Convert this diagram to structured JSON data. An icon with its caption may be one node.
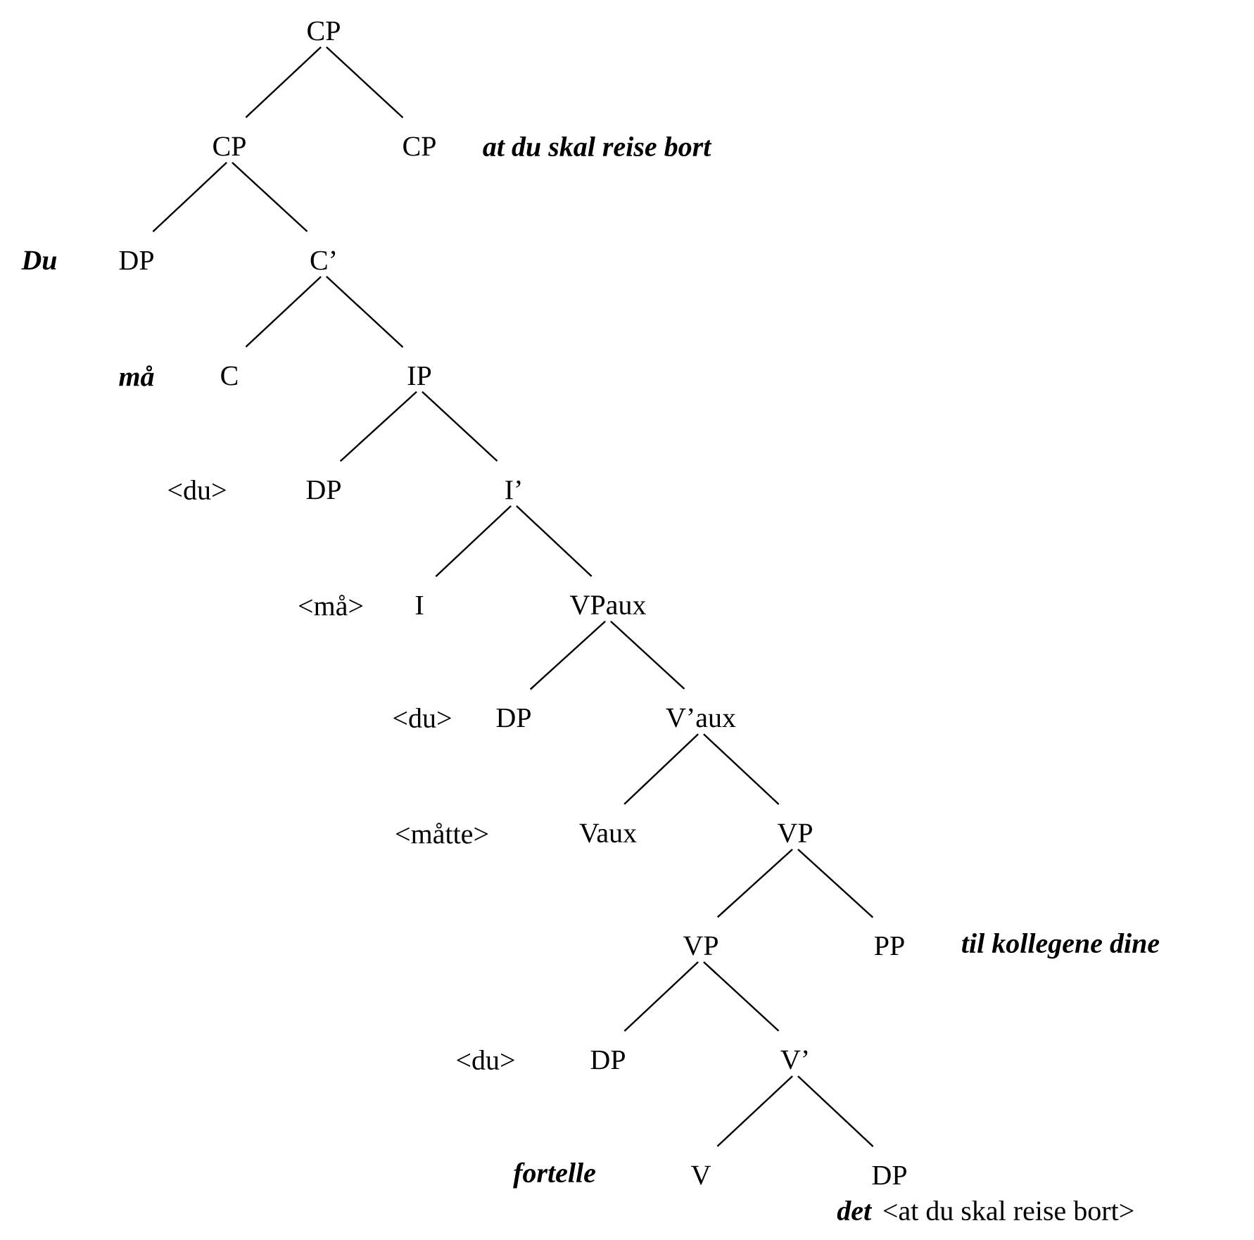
{
  "diagram": {
    "nodes": [
      {
        "text": [
          "CP"
        ]
      },
      {
        "text": [
          "CP"
        ]
      },
      {
        "text": [
          "CP"
        ],
        "beside": [
          "at du skal reise bort"
        ]
      },
      {
        "text": [
          "DP"
        ],
        "beside": [
          "Du"
        ]
      },
      {
        "text": [
          "C’"
        ]
      },
      {
        "text": [
          "C"
        ],
        "beside": [
          "må"
        ]
      },
      {
        "text": [
          "IP"
        ]
      },
      {
        "text": [
          "DP"
        ],
        "beside": [
          "<du>"
        ]
      },
      {
        "text": [
          "I’"
        ]
      },
      {
        "text": [
          "I"
        ],
        "beside": [
          "<må>"
        ]
      },
      {
        "text": [
          "VPaux"
        ]
      },
      {
        "text": [
          "DP"
        ],
        "beside": [
          "<du>"
        ]
      },
      {
        "text": [
          "V’aux"
        ]
      },
      {
        "text": [
          "Vaux"
        ],
        "beside": [
          "<måtte>"
        ]
      },
      {
        "text": [
          "VP"
        ]
      },
      {
        "text": [
          "VP"
        ]
      },
      {
        "text": [
          "PP"
        ],
        "beside": [
          "til kollegene dine"
        ]
      },
      {
        "text": [
          "DP"
        ],
        "beside": [
          "<du>"
        ]
      },
      {
        "text": [
          "V’"
        ]
      },
      {
        "text": [
          "V"
        ],
        "beside": [
          "fortelle"
        ]
      },
      {
        "text": [
          "DP"
        ],
        "beside": [
          "det",
          "<at du skal reise bort>"
        ]
      }
    ],
    "edges": [
      {
        "from": 0,
        "to": 1,
        "arrow": "none"
      },
      {
        "from": 0,
        "to": 2,
        "arrow": "none"
      },
      {
        "from": 1,
        "to": 3,
        "arrow": "none"
      },
      {
        "from": 1,
        "to": 4,
        "arrow": "none"
      },
      {
        "from": 4,
        "to": 5,
        "arrow": "none"
      },
      {
        "from": 4,
        "to": 6,
        "arrow": "none"
      },
      {
        "from": 6,
        "to": 7,
        "arrow": "none"
      },
      {
        "from": 6,
        "to": 8,
        "arrow": "none"
      },
      {
        "from": 8,
        "to": 9,
        "arrow": "none"
      },
      {
        "from": 8,
        "to": 10,
        "arrow": "none"
      },
      {
        "from": 10,
        "to": 11,
        "arrow": "none"
      },
      {
        "from": 10,
        "to": 12,
        "arrow": "none"
      },
      {
        "from": 12,
        "to": 13,
        "arrow": "none"
      },
      {
        "from": 12,
        "to": 14,
        "arrow": "none"
      },
      {
        "from": 14,
        "to": 15,
        "arrow": "none"
      },
      {
        "from": 14,
        "to": 16,
        "arrow": "none"
      },
      {
        "from": 15,
        "to": 17,
        "arrow": "none"
      },
      {
        "from": 15,
        "to": 18,
        "arrow": "none"
      },
      {
        "from": 18,
        "to": 19,
        "arrow": "none"
      },
      {
        "from": 18,
        "to": 20,
        "arrow": "none"
      }
    ]
  }
}
